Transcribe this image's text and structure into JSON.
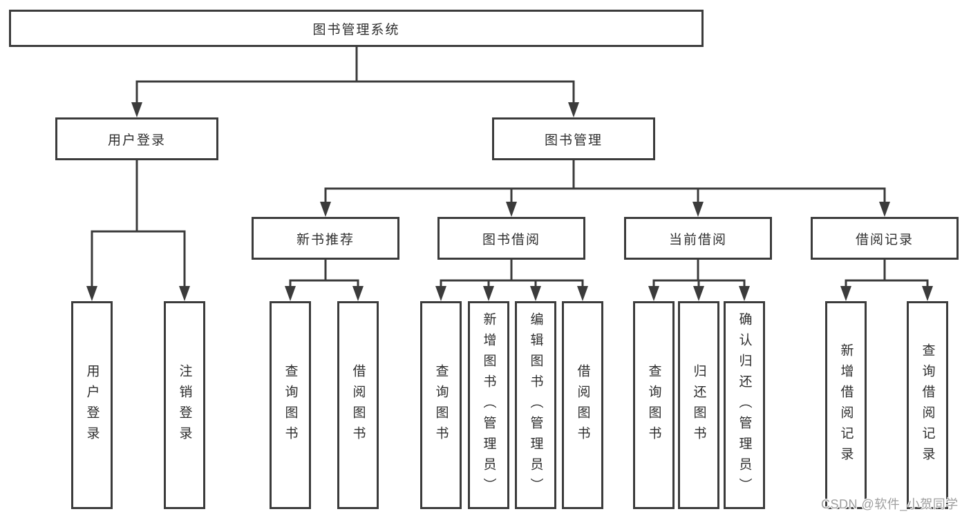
{
  "colors": {
    "line": "#3b3b3b",
    "text": "#2e2e2e",
    "watermark": "#9e9e9e"
  },
  "watermark": {
    "text": "CSDN @软件_小贺同学"
  },
  "tree": {
    "root": {
      "label": "图书管理系统",
      "children": [
        {
          "label": "用户登录",
          "children": [
            {
              "label": "用户登录"
            },
            {
              "label": "注销登录"
            }
          ]
        },
        {
          "label": "图书管理",
          "children": [
            {
              "label": "新书推荐",
              "children": [
                {
                  "label": "查询图书"
                },
                {
                  "label": "借阅图书"
                }
              ]
            },
            {
              "label": "图书借阅",
              "children": [
                {
                  "label": "查询图书"
                },
                {
                  "label": "新增图书（管理员）"
                },
                {
                  "label": "编辑图书（管理员）"
                },
                {
                  "label": "借阅图书"
                }
              ]
            },
            {
              "label": "当前借阅",
              "children": [
                {
                  "label": "查询图书"
                },
                {
                  "label": "归还图书"
                },
                {
                  "label": "确认归还（管理员）"
                }
              ]
            },
            {
              "label": "借阅记录",
              "children": [
                {
                  "label": "新增借阅记录"
                },
                {
                  "label": "查询借阅记录"
                }
              ]
            }
          ]
        }
      ]
    }
  }
}
